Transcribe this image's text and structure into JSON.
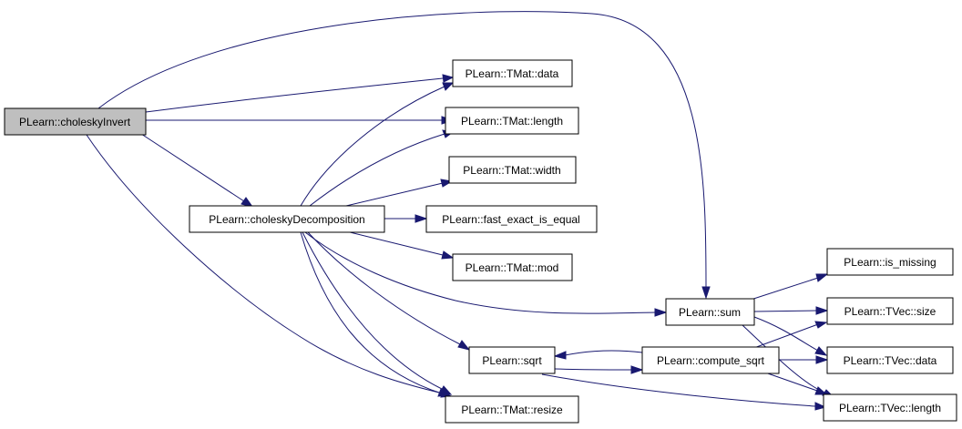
{
  "diagram": {
    "type": "call-graph",
    "colors": {
      "edge": "#191970",
      "root_fill": "#bfbfbf",
      "node_fill": "#ffffff",
      "node_border": "#000000"
    },
    "nodes": {
      "choleskyInvert": {
        "label": "PLearn::choleskyInvert",
        "root": true
      },
      "tmat_data": {
        "label": "PLearn::TMat::data"
      },
      "tmat_length": {
        "label": "PLearn::TMat::length"
      },
      "tmat_width": {
        "label": "PLearn::TMat::width"
      },
      "choleskyDecomposition": {
        "label": "PLearn::choleskyDecomposition"
      },
      "fast_exact_is_equal": {
        "label": "PLearn::fast_exact_is_equal"
      },
      "tmat_mod": {
        "label": "PLearn::TMat::mod"
      },
      "sum": {
        "label": "PLearn::sum"
      },
      "is_missing": {
        "label": "PLearn::is_missing"
      },
      "tvec_size": {
        "label": "PLearn::TVec::size"
      },
      "sqrt": {
        "label": "PLearn::sqrt"
      },
      "compute_sqrt": {
        "label": "PLearn::compute_sqrt"
      },
      "tvec_data": {
        "label": "PLearn::TVec::data"
      },
      "tmat_resize": {
        "label": "PLearn::TMat::resize"
      },
      "tvec_length": {
        "label": "PLearn::TVec::length"
      }
    },
    "edges": [
      {
        "from": "choleskyInvert",
        "to": "tmat_data"
      },
      {
        "from": "choleskyInvert",
        "to": "tmat_length"
      },
      {
        "from": "choleskyInvert",
        "to": "sum"
      },
      {
        "from": "choleskyInvert",
        "to": "choleskyDecomposition"
      },
      {
        "from": "choleskyInvert",
        "to": "tmat_resize"
      },
      {
        "from": "choleskyDecomposition",
        "to": "tmat_data"
      },
      {
        "from": "choleskyDecomposition",
        "to": "tmat_length"
      },
      {
        "from": "choleskyDecomposition",
        "to": "tmat_width"
      },
      {
        "from": "choleskyDecomposition",
        "to": "fast_exact_is_equal"
      },
      {
        "from": "choleskyDecomposition",
        "to": "tmat_mod"
      },
      {
        "from": "choleskyDecomposition",
        "to": "sum"
      },
      {
        "from": "choleskyDecomposition",
        "to": "sqrt"
      },
      {
        "from": "choleskyDecomposition",
        "to": "tmat_resize"
      },
      {
        "from": "sum",
        "to": "is_missing"
      },
      {
        "from": "sum",
        "to": "tvec_size"
      },
      {
        "from": "sum",
        "to": "tvec_data"
      },
      {
        "from": "sum",
        "to": "tvec_length"
      },
      {
        "from": "compute_sqrt",
        "to": "sqrt"
      },
      {
        "from": "sqrt",
        "to": "compute_sqrt"
      },
      {
        "from": "sqrt",
        "to": "tvec_length"
      },
      {
        "from": "compute_sqrt",
        "to": "tvec_size"
      },
      {
        "from": "compute_sqrt",
        "to": "tvec_data"
      },
      {
        "from": "compute_sqrt",
        "to": "tvec_length"
      }
    ]
  }
}
